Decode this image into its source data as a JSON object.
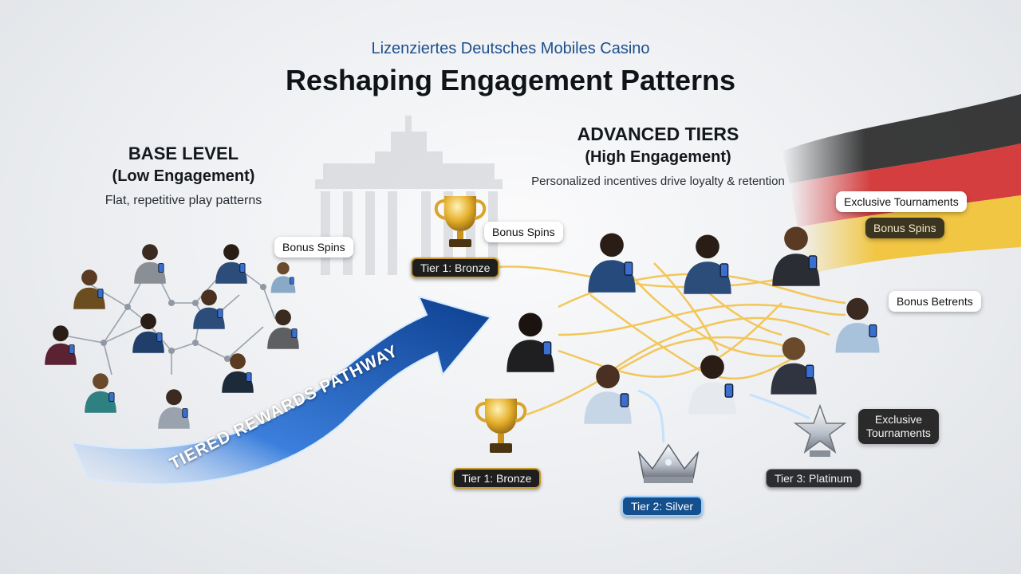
{
  "header": {
    "subtitle": "Lizenziertes Deutsches Mobiles Casino",
    "title": "Reshaping Engagement Patterns"
  },
  "base_level": {
    "heading": "BASE LEVEL",
    "subheading": "(Low Engagement)",
    "description": "Flat, repetitive play patterns",
    "bubble": "Bonus Spins"
  },
  "advanced_tiers": {
    "heading": "ADVANCED TIERS",
    "subheading": "(High Engagement)",
    "description": "Personalized incentives drive loyalty & retention"
  },
  "pathway_label": "TIERED REWARDS PATHWAY",
  "bubbles": {
    "bonus_spins_center": "Bonus Spins",
    "exclusive_tournaments_top": "Exclusive Tournaments",
    "bonus_spins_right": "Bonus Spins",
    "bonus_betrents": "Bonus Betrents",
    "exclusive_tournaments_bottom_line1": "Exclusive",
    "exclusive_tournaments_bottom_line2": "Tournaments"
  },
  "tiers": {
    "bronze_top": "Tier 1: Bronze",
    "bronze_bottom": "Tier 1: Bronze",
    "silver": "Tier 2: Silver",
    "platinum": "Tier 3: Platinum"
  },
  "colors": {
    "gold": "#f3c24a",
    "arrow_blue": "#1f5fbf",
    "title_blue": "#1d4f8c",
    "flag_black": "#1a1a1a",
    "flag_red": "#d22b2b",
    "flag_gold": "#f2c230"
  },
  "icons": [
    "trophy-icon",
    "crown-icon",
    "star-icon",
    "phone-icon",
    "flag-icon",
    "brandenburg-gate-icon"
  ]
}
